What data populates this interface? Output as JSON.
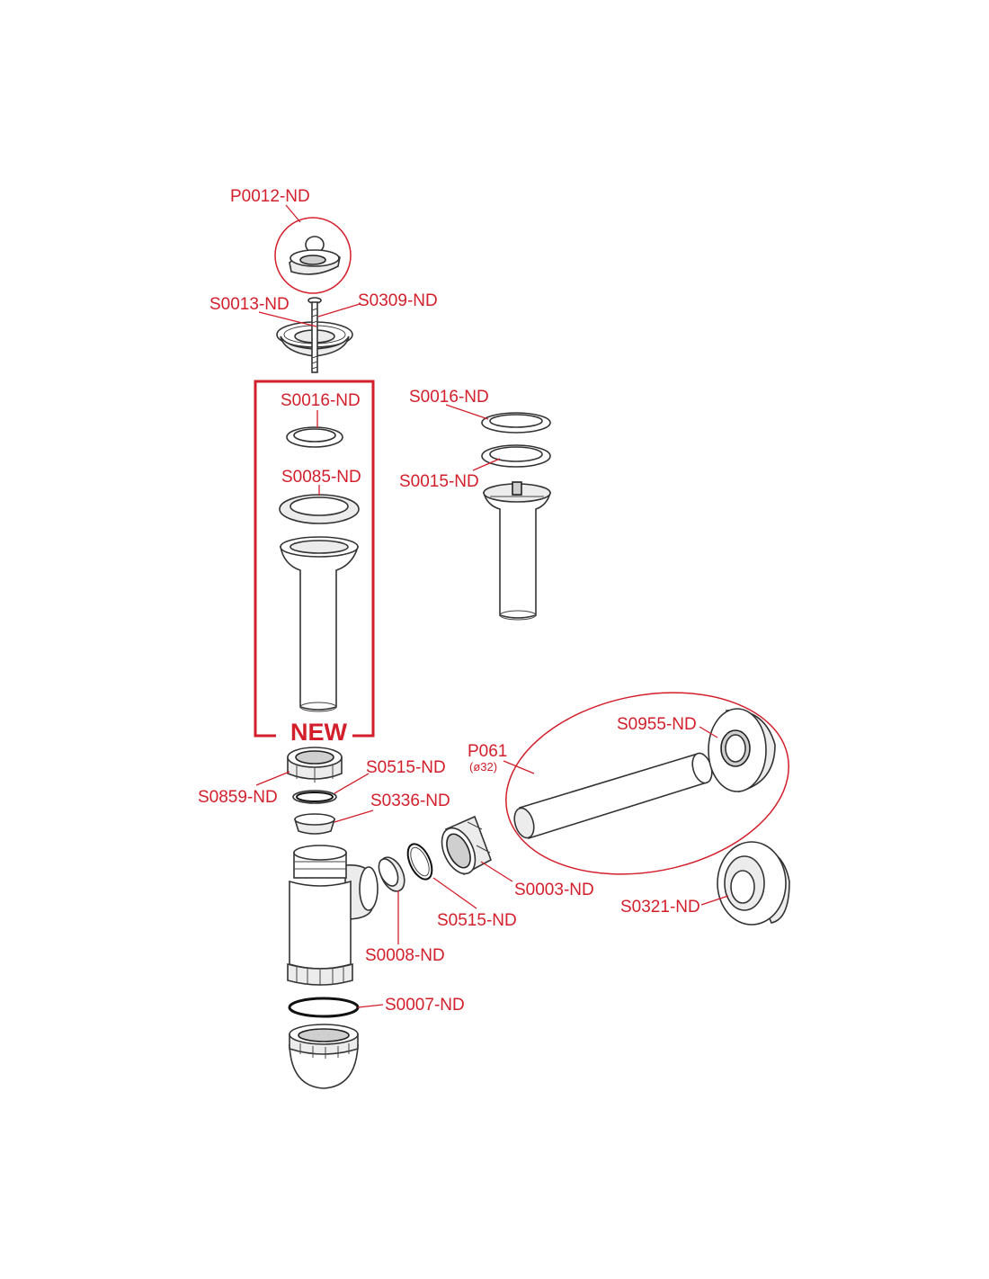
{
  "labels": {
    "p0012": "P0012-ND",
    "s0013": "S0013-ND",
    "s0309": "S0309-ND",
    "s0016_new": "S0016-ND",
    "s0085": "S0085-ND",
    "s0016_alt": "S0016-ND",
    "s0015": "S0015-ND",
    "new_badge": "NEW",
    "s0955": "S0955-ND",
    "p061": "P061",
    "p061_size": "(ø32)",
    "s0859": "S0859-ND",
    "s0515_top": "S0515-ND",
    "s0336": "S0336-ND",
    "s0003": "S0003-ND",
    "s0515_side": "S0515-ND",
    "s0321": "S0321-ND",
    "s0008": "S0008-ND",
    "s0007": "S0007-ND"
  },
  "colors": {
    "accent": "#d21f2b",
    "line": "#333333"
  }
}
